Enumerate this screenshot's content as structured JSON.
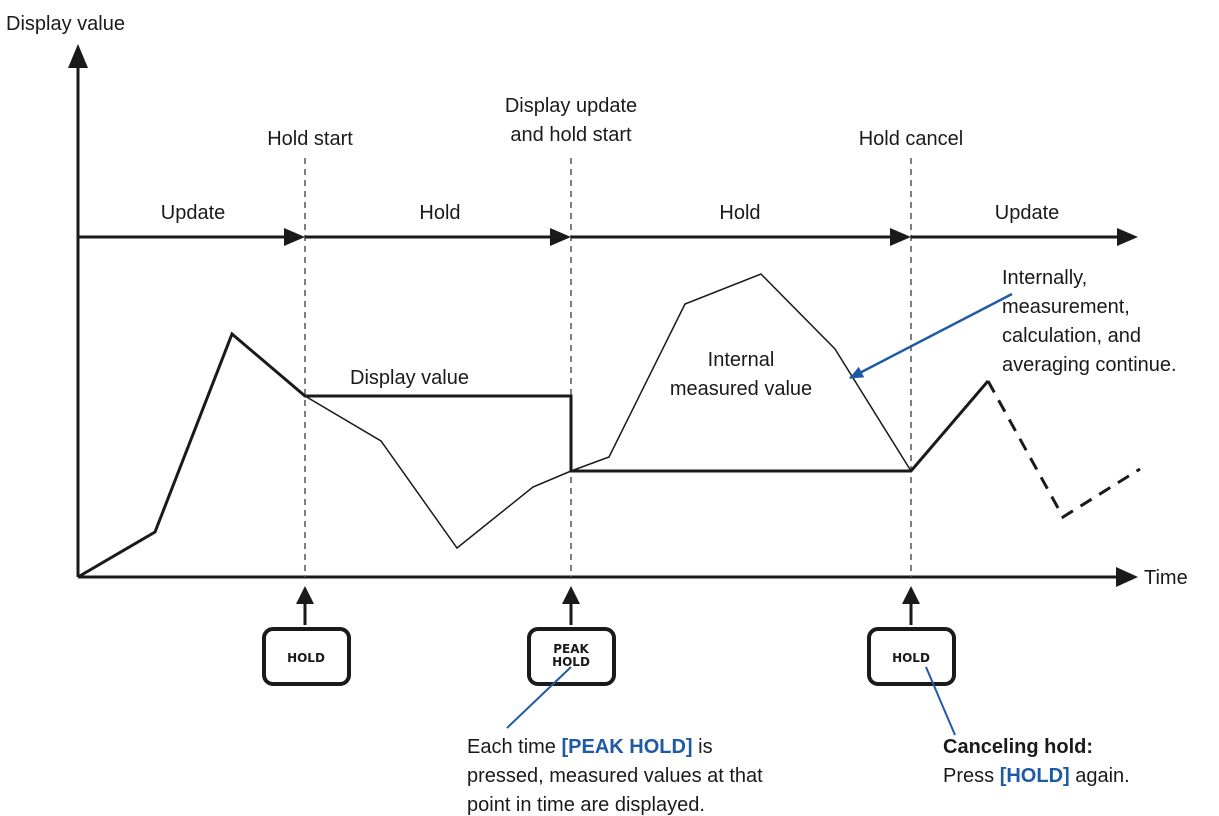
{
  "axes": {
    "y_label": "Display value",
    "x_label": "Time"
  },
  "events": {
    "hold_start": "Hold start",
    "display_update_line1": "Display update",
    "display_update_line2": "and hold start",
    "hold_cancel": "Hold cancel"
  },
  "states": {
    "update_1": "Update",
    "hold_1": "Hold",
    "hold_2": "Hold",
    "update_2": "Update"
  },
  "labels": {
    "display_value": "Display value",
    "internal_line1": "Internal",
    "internal_line2": "measured value",
    "note_line1": "Internally,",
    "note_line2": "measurement,",
    "note_line3": "calculation, and",
    "note_line4": "averaging continue."
  },
  "keys": {
    "hold_1": "HOLD",
    "peak_line1": "PEAK",
    "peak_line2": "HOLD",
    "hold_2": "HOLD"
  },
  "captions": {
    "peak_pre": "Each time ",
    "peak_key": "[PEAK HOLD]",
    "peak_post": " is",
    "peak_line2": "pressed, measured values at that",
    "peak_line3": "point in time are displayed.",
    "cancel_title": "Canceling hold:",
    "cancel_pre": "Press ",
    "cancel_key": "[HOLD]",
    "cancel_post": " again."
  },
  "colors": {
    "accent": "#1f5aa6",
    "line": "#1a1a1a",
    "guide": "#555555"
  }
}
